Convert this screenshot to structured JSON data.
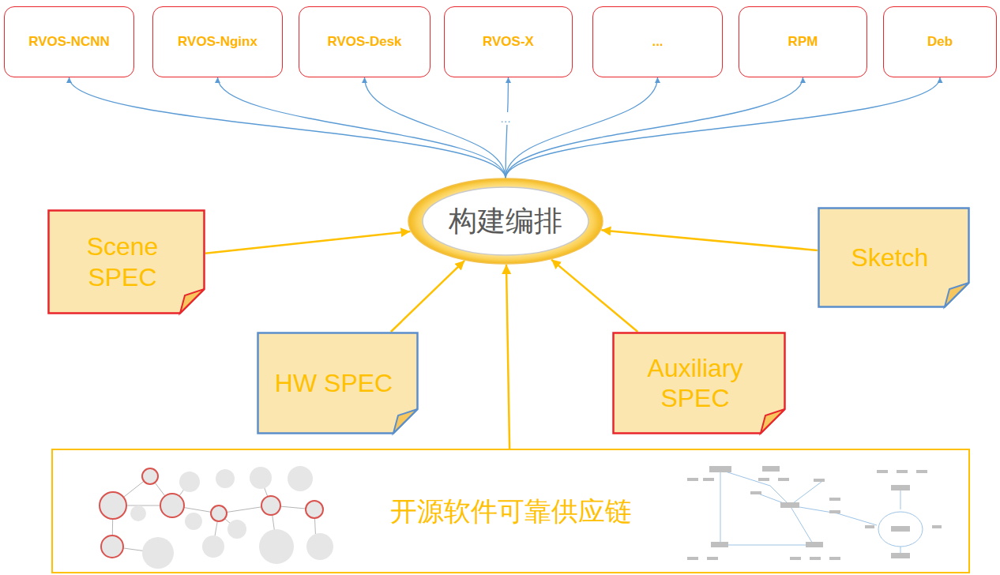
{
  "diagram": {
    "nodes": [
      {
        "text": [
          "RVOS-NCNN"
        ]
      },
      {
        "text": [
          "RVOS-Nginx"
        ]
      },
      {
        "text": [
          "RVOS-Desk"
        ]
      },
      {
        "text": [
          "RVOS-X"
        ]
      },
      {
        "text": [
          "..."
        ]
      },
      {
        "text": [
          "RPM"
        ]
      },
      {
        "text": [
          "Deb"
        ]
      },
      {
        "text": [
          "构建编排"
        ]
      },
      {
        "text": [
          "Scene SPEC"
        ]
      },
      {
        "text": [
          "Sketch"
        ]
      },
      {
        "text": [
          "HW SPEC"
        ]
      },
      {
        "text": [
          "Auxiliary SPEC"
        ]
      },
      {
        "text": [
          "开源软件可靠供应链"
        ]
      }
    ],
    "edges": [
      {
        "from": 7,
        "to": 0,
        "arrow": "to"
      },
      {
        "from": 7,
        "to": 1,
        "arrow": "to"
      },
      {
        "from": 7,
        "to": 2,
        "arrow": "to"
      },
      {
        "from": 7,
        "to": 3,
        "arrow": "to"
      },
      {
        "from": 7,
        "to": 4,
        "arrow": "to"
      },
      {
        "from": 7,
        "to": 5,
        "arrow": "to"
      },
      {
        "from": 7,
        "to": 6,
        "arrow": "to"
      },
      {
        "from": 8,
        "to": 7,
        "arrow": "to"
      },
      {
        "from": 9,
        "to": 7,
        "arrow": "to"
      },
      {
        "from": 10,
        "to": 7,
        "arrow": "to"
      },
      {
        "from": 11,
        "to": 7,
        "arrow": "to"
      },
      {
        "from": 12,
        "to": 7,
        "arrow": "to"
      }
    ],
    "labels": [
      "…"
    ]
  }
}
